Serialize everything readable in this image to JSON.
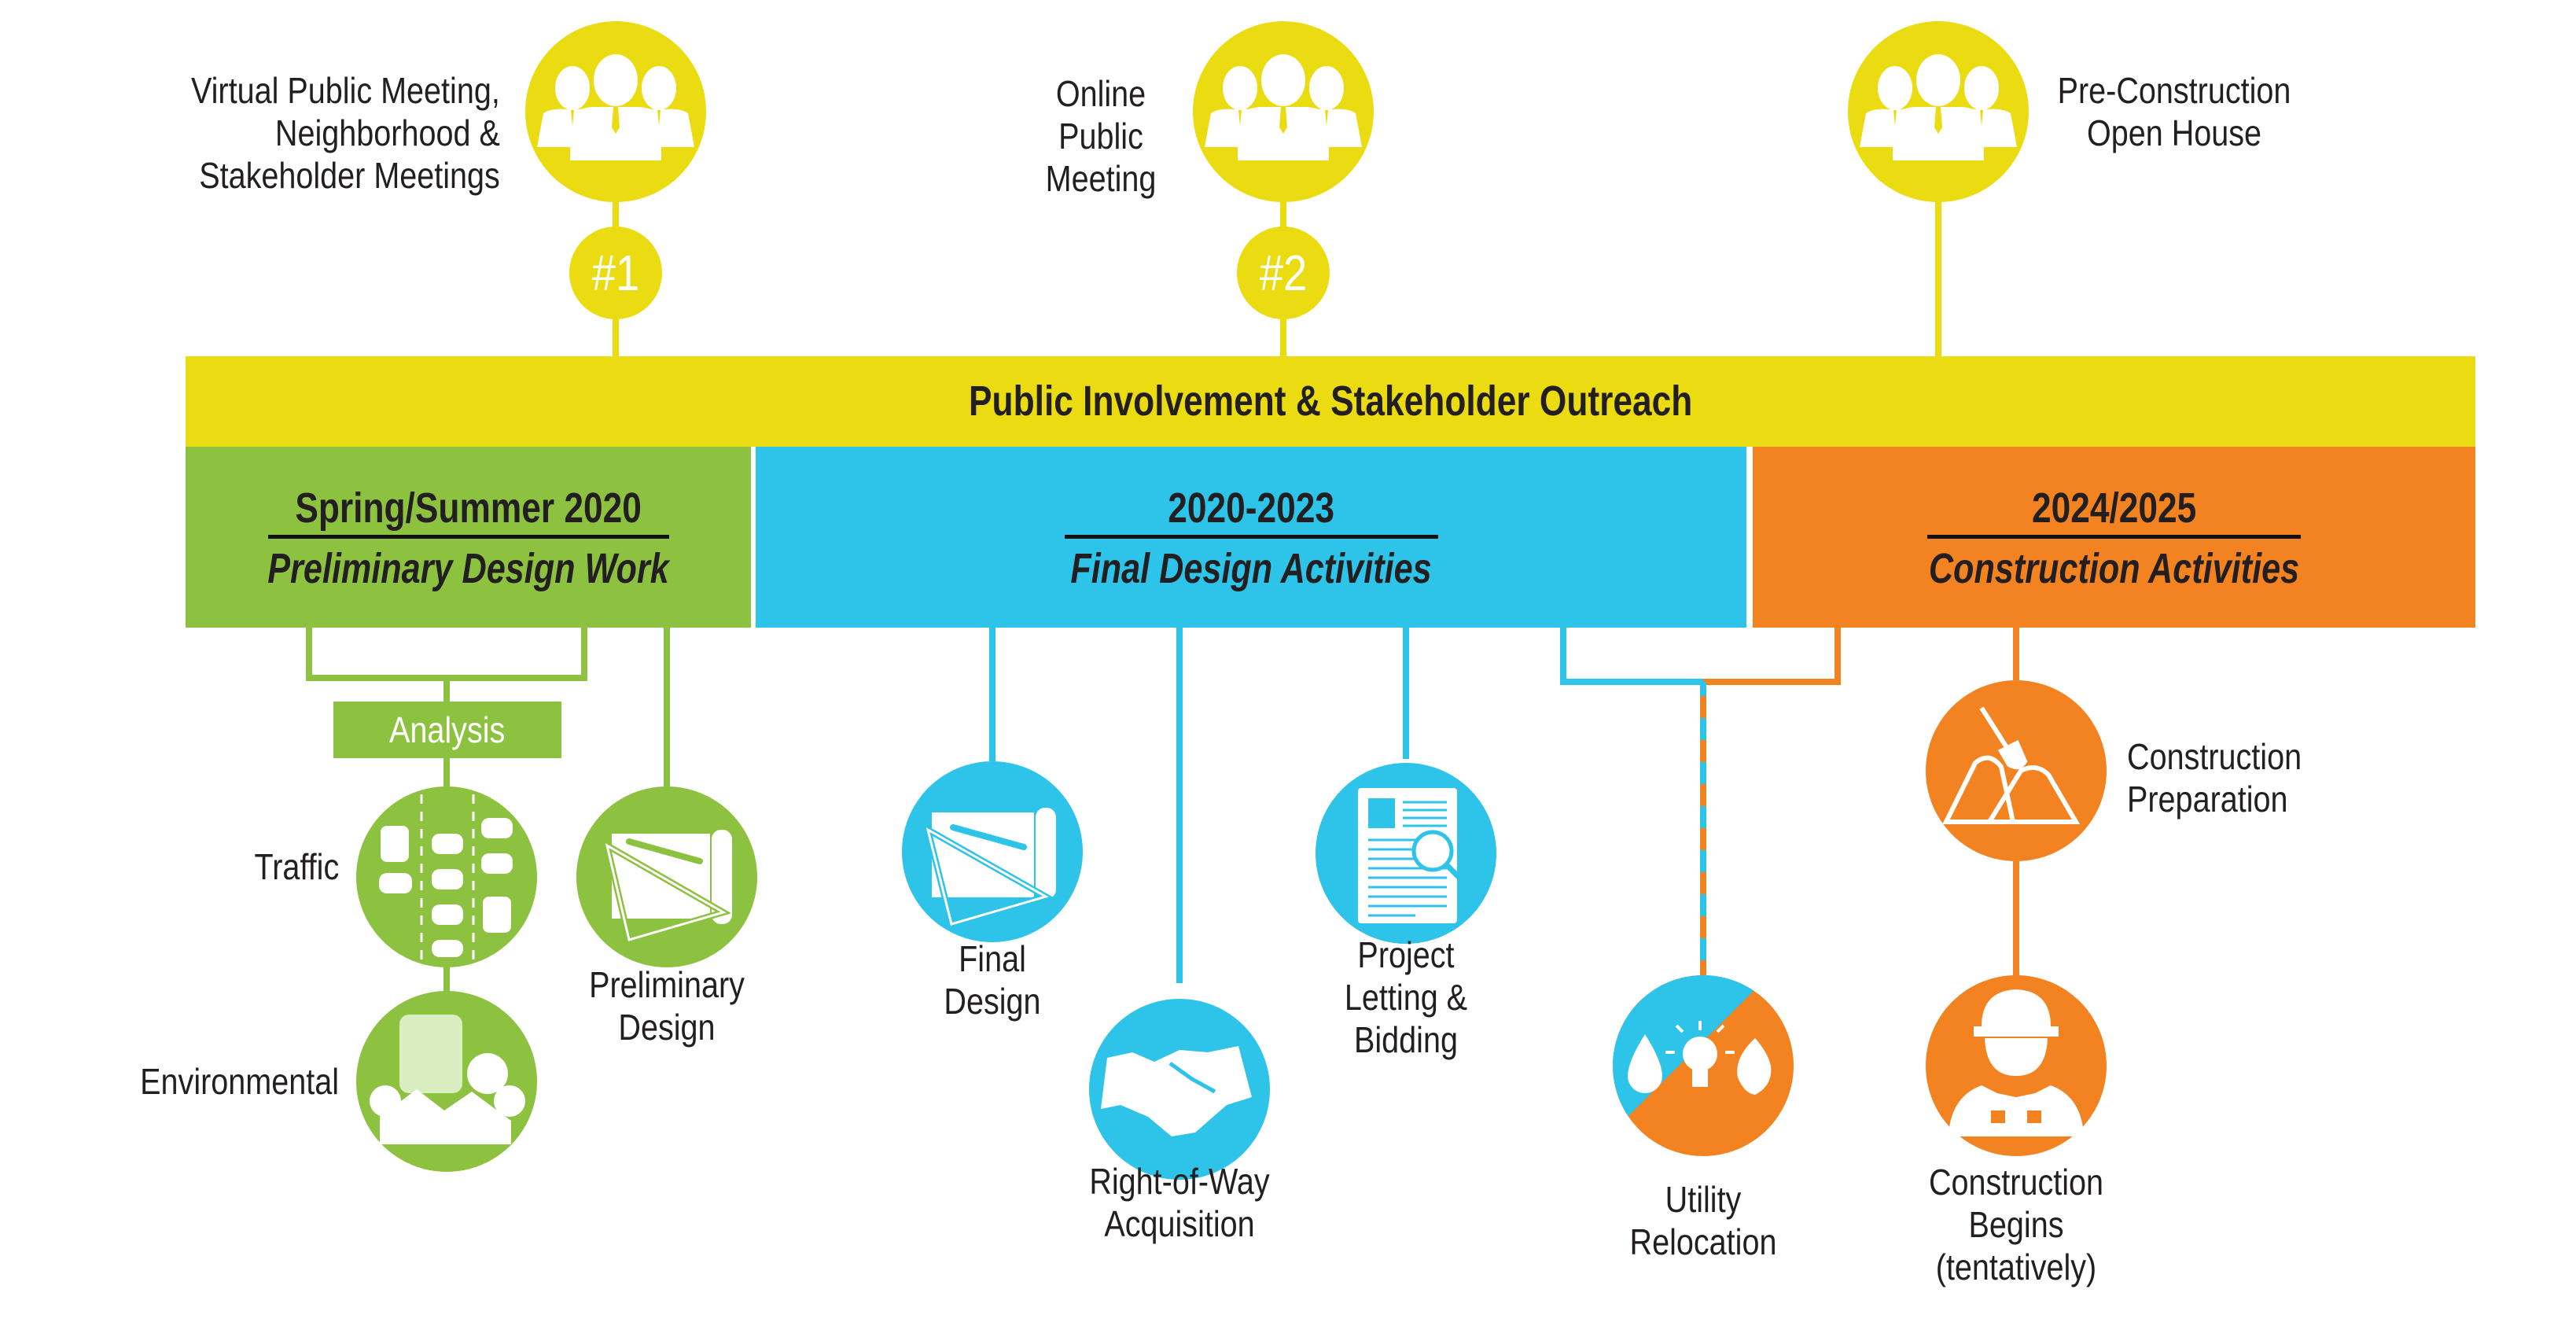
{
  "colors": {
    "yellow": "#ebdc12",
    "green": "#8cc240",
    "blue": "#2ec3e8",
    "orange": "#f38321",
    "text": "#231f20"
  },
  "outreach": {
    "band_title": "Public Involvement & Stakeholder Outreach",
    "meetings": [
      {
        "label_lines": [
          "Virtual Public Meeting,",
          "Neighborhood &",
          "Stakeholder Meetings"
        ],
        "number": "#1",
        "icon": "people-group-icon"
      },
      {
        "label_lines": [
          "Online",
          "Public",
          "Meeting"
        ],
        "number": "#2",
        "icon": "people-group-icon"
      },
      {
        "label_lines": [
          "Pre-Construction",
          "Open House"
        ],
        "number": "",
        "icon": "people-group-icon"
      }
    ]
  },
  "phases": [
    {
      "period": "Spring/Summer 2020",
      "activity": "Preliminary Design Work",
      "group_label": "Analysis",
      "steps": [
        {
          "label_lines": [
            "Traffic"
          ],
          "icon": "traffic-icon"
        },
        {
          "label_lines": [
            "Environmental"
          ],
          "icon": "environmental-icon"
        },
        {
          "label_lines": [
            "Preliminary",
            "Design"
          ],
          "icon": "design-tools-icon"
        }
      ]
    },
    {
      "period": "2020-2023",
      "activity": "Final Design Activities",
      "steps": [
        {
          "label_lines": [
            "Final",
            "Design"
          ],
          "icon": "blueprint-icon"
        },
        {
          "label_lines": [
            "Right-of-Way",
            "Acquisition"
          ],
          "icon": "handshake-icon"
        },
        {
          "label_lines": [
            "Project",
            "Letting &",
            "Bidding"
          ],
          "icon": "document-search-icon"
        }
      ]
    },
    {
      "period": "2024/2025",
      "activity": "Construction Activities",
      "steps": [
        {
          "label_lines": [
            "Construction",
            "Preparation"
          ],
          "icon": "shovel-dirt-icon"
        },
        {
          "label_lines": [
            "Construction",
            "Begins",
            "(tentatively)"
          ],
          "icon": "construction-worker-icon"
        }
      ]
    }
  ],
  "shared_step": {
    "label_lines": [
      "Utility",
      "Relocation"
    ],
    "icon": "utilities-icon"
  }
}
